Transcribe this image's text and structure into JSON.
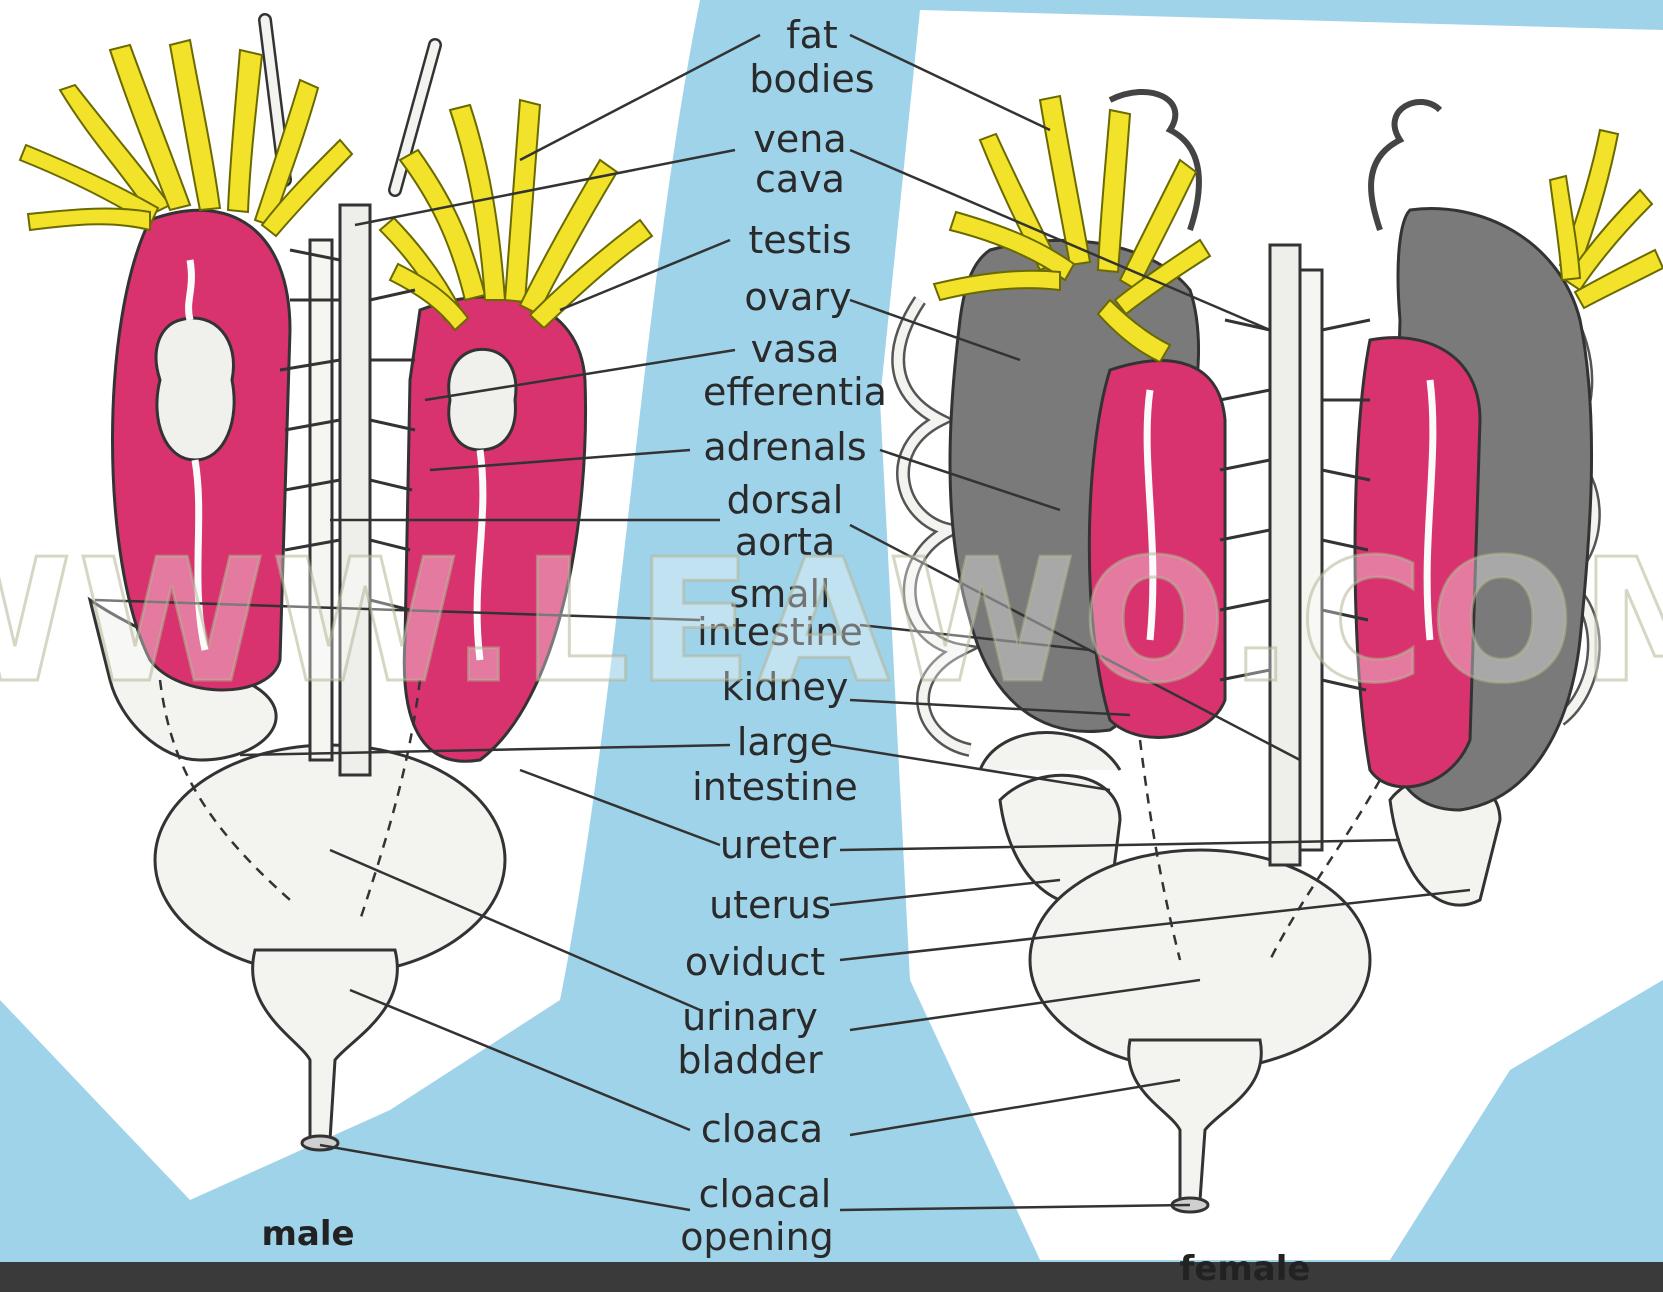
{
  "labels": {
    "fat_bodies": [
      "fat",
      "bodies"
    ],
    "vena_cava": [
      "vena",
      "cava"
    ],
    "testis": "testis",
    "ovary": "ovary",
    "vasa_efferentia": [
      "vasa",
      "efferentia"
    ],
    "adrenals": "adrenals",
    "dorsal_aorta": [
      "dorsal",
      "aorta"
    ],
    "small_intestine": [
      "small",
      "intestine"
    ],
    "kidney": "kidney",
    "large_intestine": [
      "large",
      "intestine"
    ],
    "ureter": "ureter",
    "uterus": "uterus",
    "oviduct": "oviduct",
    "urinary_bladder": [
      "urinary",
      "bladder"
    ],
    "cloaca": "cloaca",
    "cloacal_opening": [
      "cloacal",
      "opening"
    ]
  },
  "captions": {
    "male": "male",
    "female": "female"
  },
  "watermark": "WWW.LEAWO.COM",
  "colors": {
    "background_blue": "#9fd3ea",
    "kidney_pink": "#d8336e",
    "fat_yellow": "#f2e22a",
    "ovary_gray": "#7a7a7a",
    "organ_white": "#f1f1ee"
  }
}
